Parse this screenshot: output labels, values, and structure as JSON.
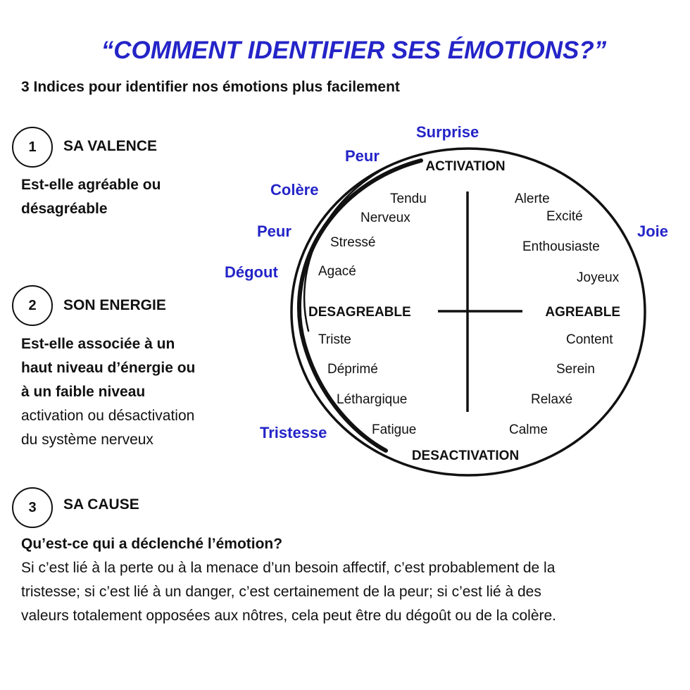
{
  "title": "“COMMENT IDENTIFIER SES ÉMOTIONS?”",
  "subtitle": "3 Indices pour identifier nos émotions plus facilement",
  "sections": [
    {
      "number": "1",
      "heading": "SA VALENCE",
      "bold_lines": [
        "Est-elle agréable ou",
        "désagréable"
      ],
      "regular_lines": []
    },
    {
      "number": "2",
      "heading": "SON ENERGIE",
      "bold_lines": [
        "Est-elle associée à un",
        "haut niveau d’énergie ou",
        "à un faible niveau"
      ],
      "regular_lines": [
        "activation ou désactivation",
        "du système nerveux"
      ]
    },
    {
      "number": "3",
      "heading": "SA CAUSE",
      "bold_lines": [
        "Qu’est-ce qui a déclenché l’émotion?"
      ],
      "regular_lines": [
        "Si c’est lié à la perte ou à la menace d’un besoin affectif, c’est probablement de la",
        "tristesse; si c’est lié à un danger, c’est certainement de la peur; si c’est lié à des",
        "valeurs totalement opposées aux nôtres, cela peut être du dégoût ou de la colère."
      ]
    }
  ],
  "diagram": {
    "axes": {
      "top": "ACTIVATION",
      "bottom": "DESACTIVATION",
      "left": "DESAGREABLE",
      "right": "AGREABLE"
    },
    "outer_emotions": {
      "surprise": "Surprise",
      "peur_top": "Peur",
      "colere": "Colère",
      "peur_left": "Peur",
      "degout": "Dégout",
      "joie": "Joie",
      "tristesse": "Tristesse"
    },
    "inner_words": {
      "tendu": "Tendu",
      "nerveux": "Nerveux",
      "stresse": "Stressé",
      "agace": "Agacé",
      "alerte": "Alerte",
      "excite": "Excité",
      "enthousiaste": "Enthousiaste",
      "joyeux": "Joyeux",
      "triste": "Triste",
      "deprime": "Déprimé",
      "lethargique": "Léthargique",
      "fatigue": "Fatigue",
      "content": "Content",
      "serein": "Serein",
      "relaxe": "Relaxé",
      "calme": "Calme"
    },
    "colors": {
      "emotion_blue": "#2424c8",
      "ink": "#111111"
    }
  }
}
